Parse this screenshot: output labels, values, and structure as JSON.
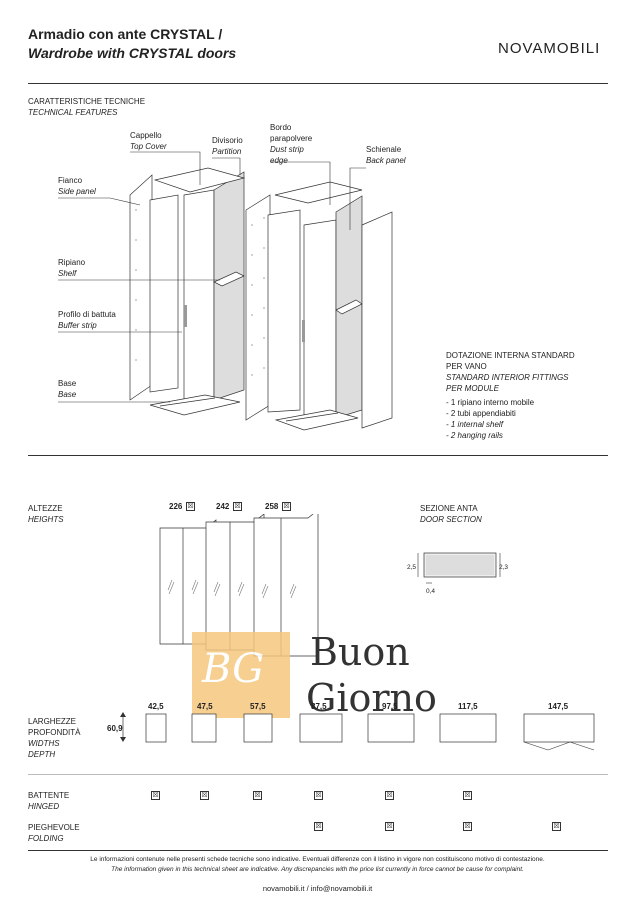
{
  "header": {
    "title_it": "Armadio con ante CRYSTAL /",
    "title_en": "Wardrobe with CRYSTAL doors",
    "brand": "NOVAMOBILI"
  },
  "features": {
    "heading_it": "CARATTERISTICHE TECNICHE",
    "heading_en": "TECHNICAL FEATURES",
    "labels": {
      "cappello_it": "Cappello",
      "cappello_en": "Top Cover",
      "divisorio_it": "Divisorio",
      "divisorio_en": "Partition",
      "bordo_it_1": "Bordo",
      "bordo_it_2": "parapolvere",
      "bordo_en_1": "Dust strip",
      "bordo_en_2": "edge",
      "schienale_it": "Schienale",
      "schienale_en": "Back panel",
      "fianco_it": "Fianco",
      "fianco_en": "Side panel",
      "ripiano_it": "Ripiano",
      "ripiano_en": "Shelf",
      "profilo_it": "Profilo di battuta",
      "profilo_en": "Buffer strip",
      "base_it": "Base",
      "base_en": "Base"
    },
    "fittings": {
      "heading_it_1": "DOTAZIONE INTERNA STANDARD",
      "heading_it_2": "PER VANO",
      "heading_en_1": "STANDARD INTERIOR FITTINGS",
      "heading_en_2": "PER MODULE",
      "items": [
        "- 1 ripiano interno mobile",
        "- 2 tubi appendiabiti",
        "- 1 internal shelf",
        "- 2 hanging rails"
      ]
    }
  },
  "heights": {
    "heading_it": "ALTEZZE",
    "heading_en": "HEIGHTS",
    "values": [
      "226",
      "242",
      "258"
    ]
  },
  "door_section": {
    "heading_it": "SEZIONE ANTA",
    "heading_en": "DOOR SECTION",
    "dim_left": "2,5",
    "dim_right": "2,3",
    "dim_bottom": "0,4"
  },
  "widths": {
    "label_it_1": "LARGHEZZE",
    "label_it_2": "PROFONDITÀ",
    "label_en_1": "WIDTHS",
    "label_en_2": "DEPTH",
    "depth": "60,9",
    "values": [
      "42,5",
      "47,5",
      "57,5",
      "87,5",
      "97,5",
      "117,5",
      "147,5"
    ]
  },
  "options": {
    "battente_it": "BATTENTE",
    "battente_en": "HINGED",
    "pieghevole_it": "PIEGHEVOLE",
    "pieghevole_en": "FOLDING",
    "mark": "☒"
  },
  "watermark": {
    "monogram": "BG",
    "line1": "Buon",
    "line2": "Giorno"
  },
  "footer": {
    "note_it": "Le informazioni contenute nelle presenti schede tecniche sono indicative. Eventuali differenze con il listino in vigore non costituiscono motivo di contestazione.",
    "note_en": "The information given in this technical sheet are indicative. Any discrepancies with the price list currently in force cannot be cause for complaint.",
    "contacts": "novamobili.it / info@novamobili.it"
  }
}
